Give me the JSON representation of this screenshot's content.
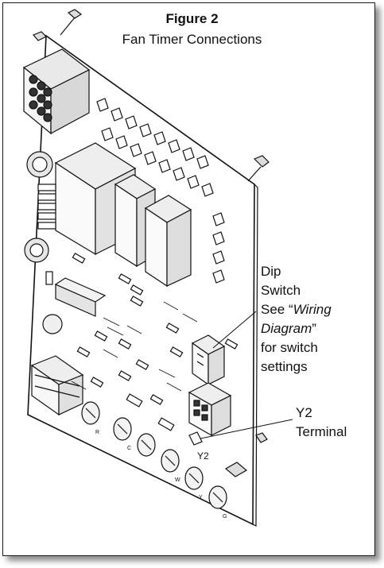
{
  "figure": {
    "title": "Figure 2",
    "subtitle": "Fan Timer Connections"
  },
  "callouts": {
    "dip": {
      "line1": "Dip",
      "line2": "Switch",
      "line3_prefix": "See “",
      "line3_italic": "Wiring",
      "line4_italic": "Diagram",
      "line4_suffix": "”",
      "line5": "for switch",
      "line6": "settings"
    },
    "y2": {
      "line1": "Y2",
      "line2": "Terminal"
    }
  },
  "board_labels": {
    "y2_pin": "Y2",
    "term_r": "R",
    "term_c": "C",
    "term_w": "W",
    "term_y": "Y",
    "term_g": "G"
  }
}
